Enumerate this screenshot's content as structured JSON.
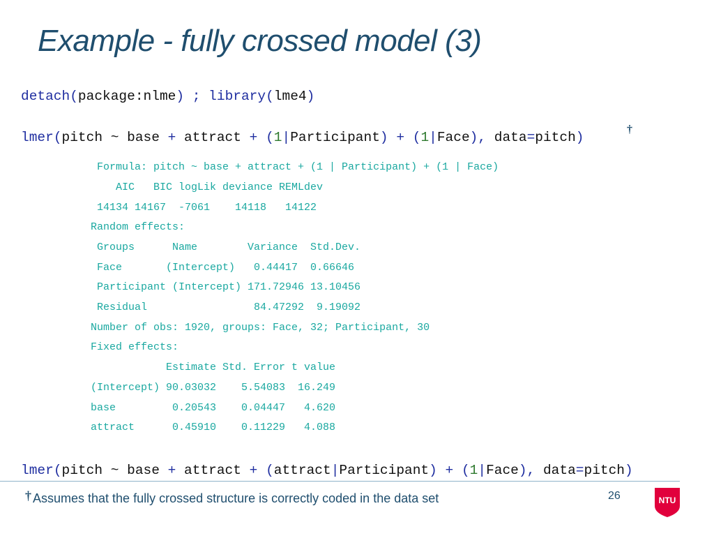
{
  "slide": {
    "title": "Example - fully crossed model (3)",
    "page_number": "26",
    "footnote_marker": "†",
    "footnote_text": "Assumes that the fully crossed structure is correctly coded in the data set",
    "logo_text": "NTU"
  },
  "code": {
    "line1": {
      "t1": "detach",
      "t2": "(",
      "t3": "package:nlme",
      "t4": ") ; ",
      "t5": "library",
      "t6": "(",
      "t7": "lme4",
      "t8": ")"
    },
    "line2": {
      "t1": "lmer",
      "t2": "(",
      "t3": "pitch ~ base ",
      "t4": "+",
      "t5": " attract ",
      "t6": "+",
      "t7": " (",
      "t8": "1",
      "t9": "|",
      "t10": "Participant",
      "t11": ") + (",
      "t12": "1",
      "t13": "|",
      "t14": "Face",
      "t15": "),",
      "t16": " data",
      "t17": "=",
      "t18": "pitch",
      "t19": ")",
      "marker": "†"
    },
    "line3": {
      "t1": "lmer",
      "t2": "(",
      "t3": "pitch ~ base ",
      "t4": "+",
      "t5": " attract ",
      "t6": "+",
      "t7": " (",
      "t8": "attract",
      "t9": "|",
      "t10": "Participant",
      "t11": ") + (",
      "t12": "1",
      "t13": "|",
      "t14": "Face",
      "t15": "),",
      "t16": " data",
      "t17": "=",
      "t18": "pitch",
      "t19": ")"
    }
  },
  "output": {
    "formula": " Formula: pitch ~ base + attract + (1 | Participant) + (1 | Face)",
    "fit_header": "    AIC   BIC logLik deviance REMLdev",
    "fit_values": " 14134 14167  -7061    14118   14122",
    "random_effects_label": "Random effects:",
    "re_header": " Groups      Name        Variance  Std.Dev.",
    "re_rows": [
      " Face       (Intercept)   0.44417  0.66646",
      " Participant (Intercept) 171.72946 13.10456",
      " Residual                 84.47292  9.19092"
    ],
    "nobs": "Number of obs: 1920, groups: Face, 32; Participant, 30",
    "fixed_effects_label": "Fixed effects:",
    "fe_header": "            Estimate Std. Error t value",
    "fe_rows": [
      "(Intercept) 90.03032    5.54083  16.249",
      "base         0.20543    0.04447   4.620",
      "attract      0.45910    0.11229   4.088"
    ]
  },
  "colors": {
    "title": "#1f4e6e",
    "code_keyword": "#1f2ea0",
    "code_number": "#2f7a2f",
    "output": "#1aa8a0",
    "logo": "#e1003c"
  }
}
